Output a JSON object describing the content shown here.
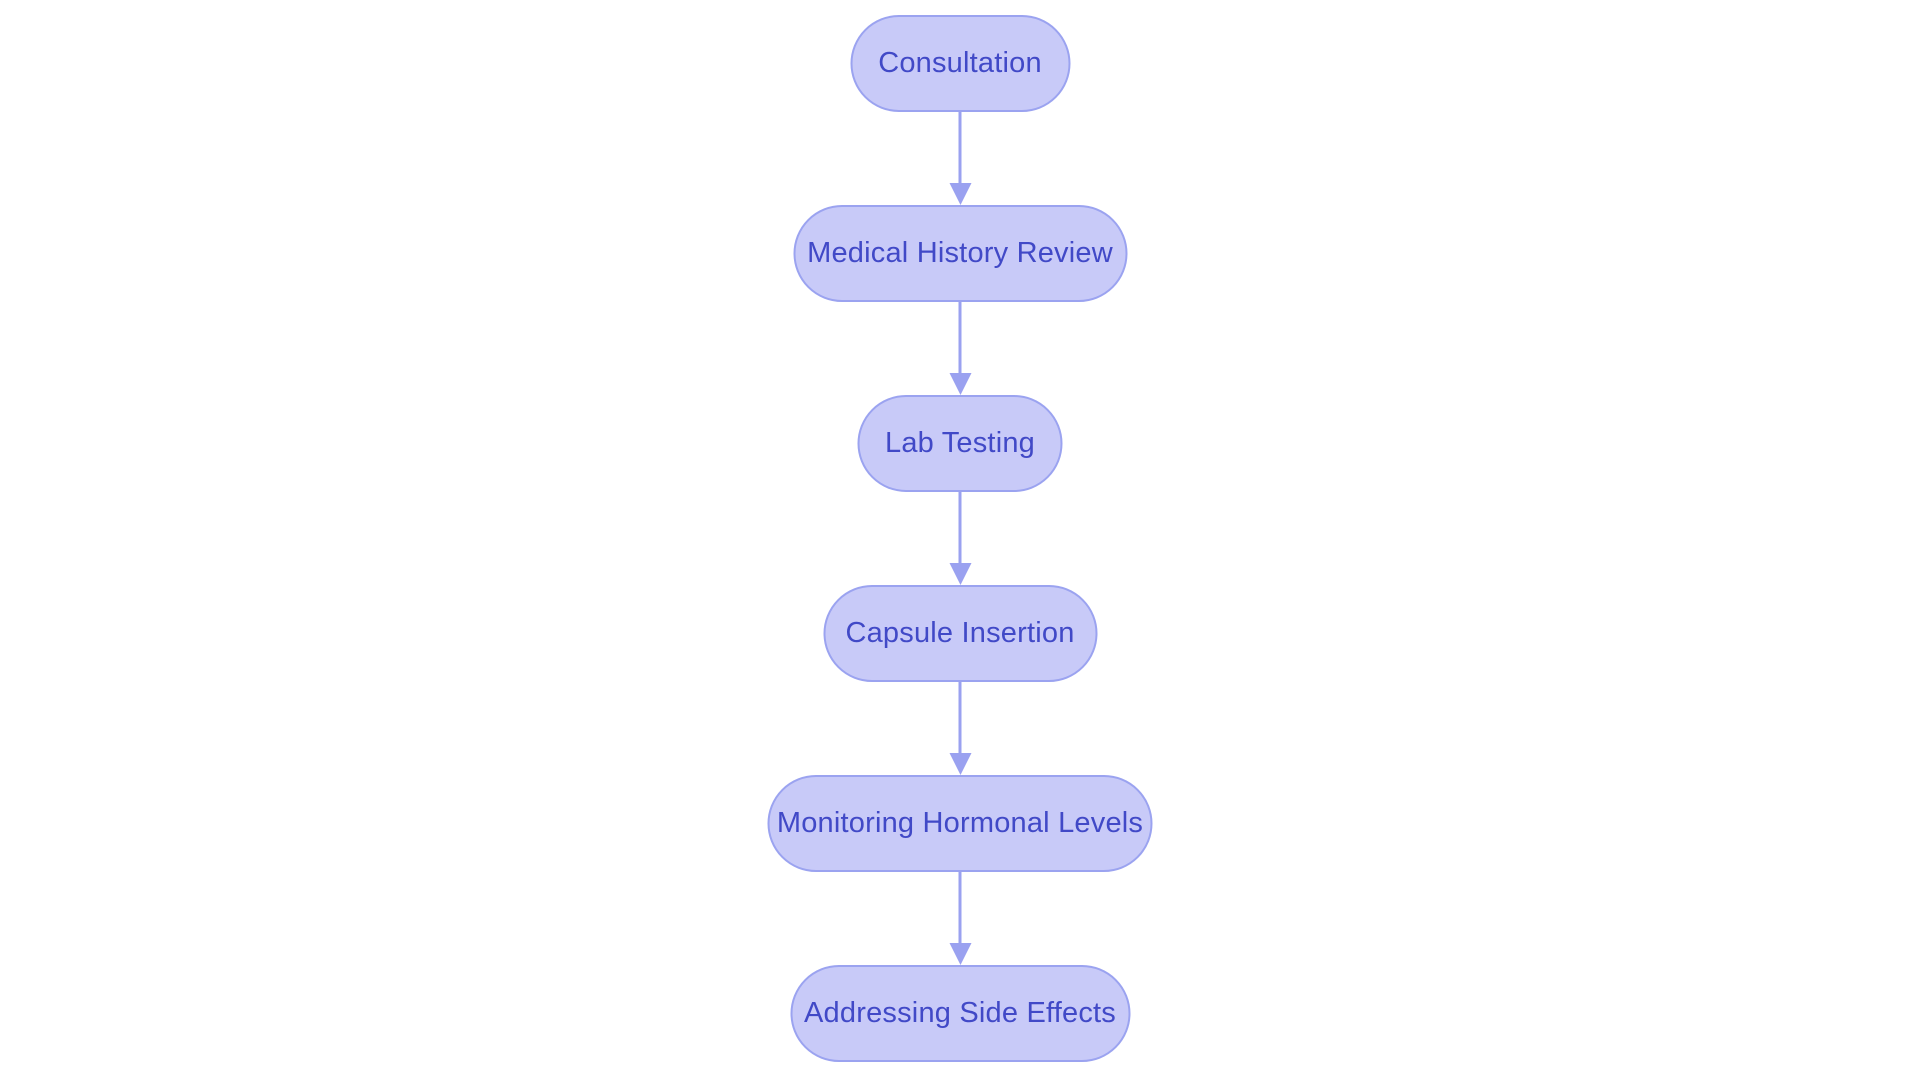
{
  "diagram": {
    "type": "flowchart",
    "direction": "top-to-bottom",
    "nodes": [
      {
        "label": "Consultation"
      },
      {
        "label": "Medical History Review"
      },
      {
        "label": "Lab Testing"
      },
      {
        "label": "Capsule Insertion"
      },
      {
        "label": "Monitoring Hormonal Levels"
      },
      {
        "label": "Addressing Side Effects"
      }
    ],
    "edges": [
      {
        "from": "Consultation",
        "to": "Medical History Review"
      },
      {
        "from": "Medical History Review",
        "to": "Lab Testing"
      },
      {
        "from": "Lab Testing",
        "to": "Capsule Insertion"
      },
      {
        "from": "Capsule Insertion",
        "to": "Monitoring Hormonal Levels"
      },
      {
        "from": "Monitoring Hormonal Levels",
        "to": "Addressing Side Effects"
      }
    ],
    "colors": {
      "background": "#ffffff",
      "node_fill": "#c8caf8",
      "node_border": "#9ba3f0",
      "node_text": "#4149c7",
      "arrow": "#9aa1f0"
    }
  }
}
